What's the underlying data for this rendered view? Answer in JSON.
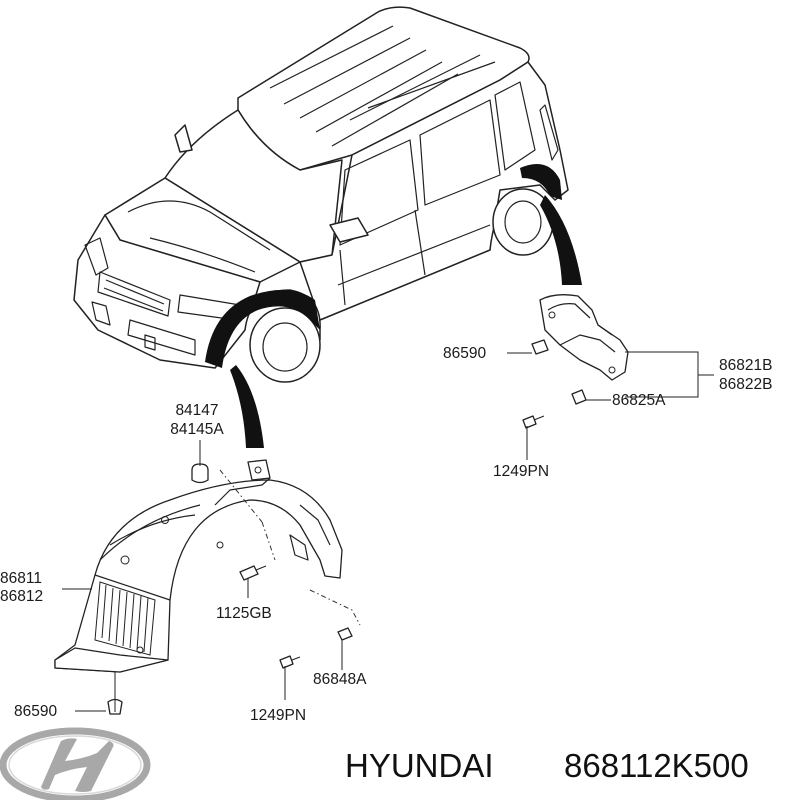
{
  "callouts": {
    "pad_upper": "84147",
    "pad_lower": "84145A",
    "front_liner_upper": "86811",
    "front_liner_lower": "86812",
    "clip_front": "86590",
    "bolt_front": "1125GB",
    "screw_front": "1249PN",
    "nut_front": "86848A",
    "clip_rear": "86590",
    "rear_liner_upper": "86821B",
    "rear_liner_lower": "86822B",
    "nut_rear": "86825A",
    "screw_rear": "1249PN"
  },
  "footer": {
    "brand": "HYUNDAI",
    "part_number": "868112K500"
  },
  "colors": {
    "line": "#222222",
    "fill_dark": "#111111",
    "logo_silver": "#a8a8a8"
  },
  "icons": {
    "logo": "hyundai-logo-icon"
  }
}
